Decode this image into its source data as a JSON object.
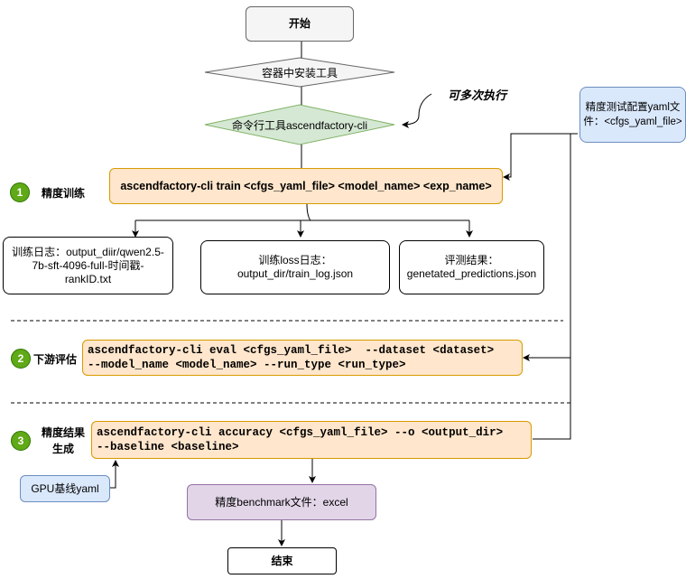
{
  "nodes": {
    "start": "开始",
    "install": "容器中安装工具",
    "cli": "命令行工具ascendfactory-cli",
    "repeat_note": "可多次执行",
    "config_line1": "精度测试配置yaml文",
    "config_line2": "件：<cfgs_yaml_file>",
    "train_cmd": "ascendfactory-cli train <cfgs_yaml_file> <model_name> <exp_name>",
    "train_log_line1": "训练日志：output_diir/qwen2.5-",
    "train_log_line2": "7b-sft-4096-full-时间戳-",
    "train_log_line3": "rankID.txt",
    "loss_log_line1": "训练loss日志：",
    "loss_log_line2": "output_dir/train_log.json",
    "eval_result_line1": "评测结果：",
    "eval_result_line2": "genetated_predictions.json",
    "eval_cmd_line1": "ascendfactory-cli eval <cfgs_yaml_file>  --dataset <dataset>",
    "eval_cmd_line2": "--model_name <model_name> --run_type <run_type>",
    "acc_cmd_line1": "ascendfactory-cli accuracy <cfgs_yaml_file> --o <output_dir>",
    "acc_cmd_line2": "--baseline <baseline>",
    "gpu_baseline": "GPU基线yaml",
    "benchmark": "精度benchmark文件：excel",
    "end": "结束"
  },
  "stages": [
    {
      "num": "1",
      "label": "精度训练"
    },
    {
      "num": "2",
      "label": "下游评估"
    },
    {
      "num": "3",
      "label_line1": "精度结果",
      "label_line2": "生成"
    }
  ],
  "colors": {
    "stage_badge": "#60a917",
    "command_fill": "#ffe6cc",
    "command_border": "#d79b00",
    "config_fill": "#dae8fc",
    "cli_fill": "#d5e8d4",
    "benchmark_fill": "#e1d5e7"
  }
}
